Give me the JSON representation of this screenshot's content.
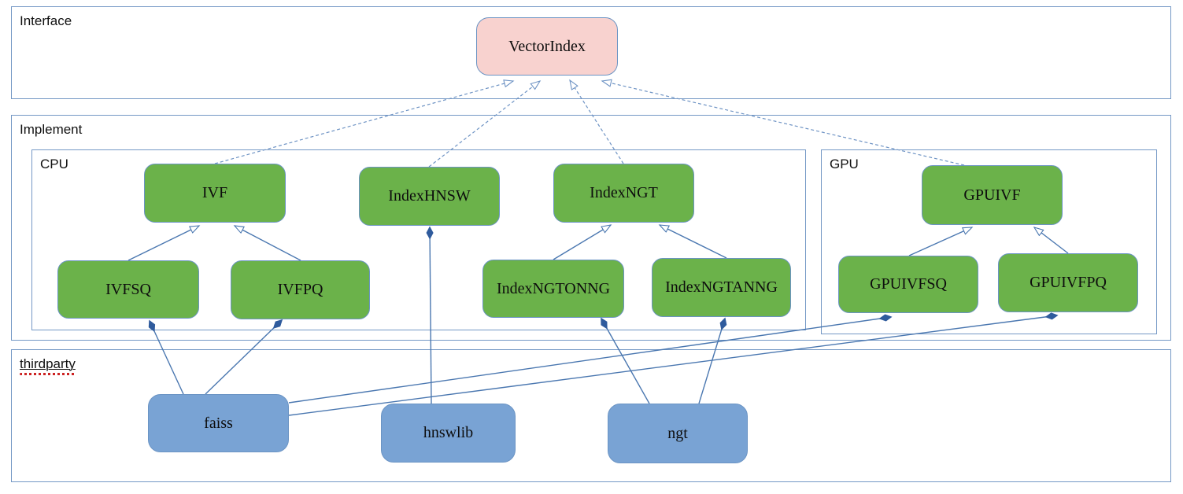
{
  "diagram": {
    "title_domain": "vector index architecture",
    "sections": {
      "interface": {
        "label": "Interface"
      },
      "implement": {
        "label": "Implement"
      },
      "cpu": {
        "label": "CPU"
      },
      "gpu": {
        "label": "GPU"
      },
      "thirdparty": {
        "label": "thirdparty"
      }
    },
    "nodes": {
      "vectorindex": {
        "label": "VectorIndex",
        "kind": "interface"
      },
      "ivf": {
        "label": "IVF",
        "kind": "implementation-cpu"
      },
      "indexhnsw": {
        "label": "IndexHNSW",
        "kind": "implementation-cpu"
      },
      "indexngt": {
        "label": "IndexNGT",
        "kind": "implementation-cpu"
      },
      "ivfsq": {
        "label": "IVFSQ",
        "kind": "implementation-cpu"
      },
      "ivfpq": {
        "label": "IVFPQ",
        "kind": "implementation-cpu"
      },
      "indexngtonng": {
        "label": "IndexNGTONNG",
        "kind": "implementation-cpu"
      },
      "indexngtanng": {
        "label": "IndexNGTANNG",
        "kind": "implementation-cpu"
      },
      "gpuivf": {
        "label": "GPUIVF",
        "kind": "implementation-gpu"
      },
      "gpuivfsq": {
        "label": "GPUIVFSQ",
        "kind": "implementation-gpu"
      },
      "gpuivfpq": {
        "label": "GPUIVFPQ",
        "kind": "implementation-gpu"
      },
      "faiss": {
        "label": "faiss",
        "kind": "thirdparty"
      },
      "hnswlib": {
        "label": "hnswlib",
        "kind": "thirdparty"
      },
      "ngt": {
        "label": "ngt",
        "kind": "thirdparty"
      }
    },
    "relations": [
      {
        "from": "IVF",
        "to": "VectorIndex",
        "type": "realization-dashed-hollow-arrow"
      },
      {
        "from": "IndexHNSW",
        "to": "VectorIndex",
        "type": "realization-dashed-hollow-arrow"
      },
      {
        "from": "IndexNGT",
        "to": "VectorIndex",
        "type": "realization-dashed-hollow-arrow"
      },
      {
        "from": "GPUIVF",
        "to": "VectorIndex",
        "type": "realization-dashed-hollow-arrow"
      },
      {
        "from": "IVFSQ",
        "to": "IVF",
        "type": "generalization-hollow-arrow"
      },
      {
        "from": "IVFPQ",
        "to": "IVF",
        "type": "generalization-hollow-arrow"
      },
      {
        "from": "IndexNGTONNG",
        "to": "IndexNGT",
        "type": "generalization-hollow-arrow"
      },
      {
        "from": "IndexNGTANNG",
        "to": "IndexNGT",
        "type": "generalization-hollow-arrow"
      },
      {
        "from": "GPUIVFSQ",
        "to": "GPUIVF",
        "type": "generalization-hollow-arrow"
      },
      {
        "from": "GPUIVFPQ",
        "to": "GPUIVF",
        "type": "generalization-hollow-arrow"
      },
      {
        "from": "faiss",
        "to": "IVFSQ",
        "type": "composition-filled-diamond"
      },
      {
        "from": "faiss",
        "to": "IVFPQ",
        "type": "composition-filled-diamond"
      },
      {
        "from": "faiss",
        "to": "GPUIVFSQ",
        "type": "composition-filled-diamond"
      },
      {
        "from": "faiss",
        "to": "GPUIVFPQ",
        "type": "composition-filled-diamond"
      },
      {
        "from": "hnswlib",
        "to": "IndexHNSW",
        "type": "composition-filled-diamond"
      },
      {
        "from": "ngt",
        "to": "IndexNGTONNG",
        "type": "composition-filled-diamond"
      },
      {
        "from": "ngt",
        "to": "IndexNGTANNG",
        "type": "composition-filled-diamond"
      }
    ],
    "colors": {
      "interface_fill": "#f8d2cf",
      "implementation_fill": "#6bb24a",
      "thirdparty_fill": "#79a3d4",
      "node_border": "#6b94c4",
      "section_border": "#7498c5",
      "connector": "#4a77b0",
      "connector_dashed": "#6e93c4",
      "diamond_fill": "#2f5b9d",
      "spellcheck_underline": "#cc2222",
      "text": "#0d0d0d"
    }
  }
}
